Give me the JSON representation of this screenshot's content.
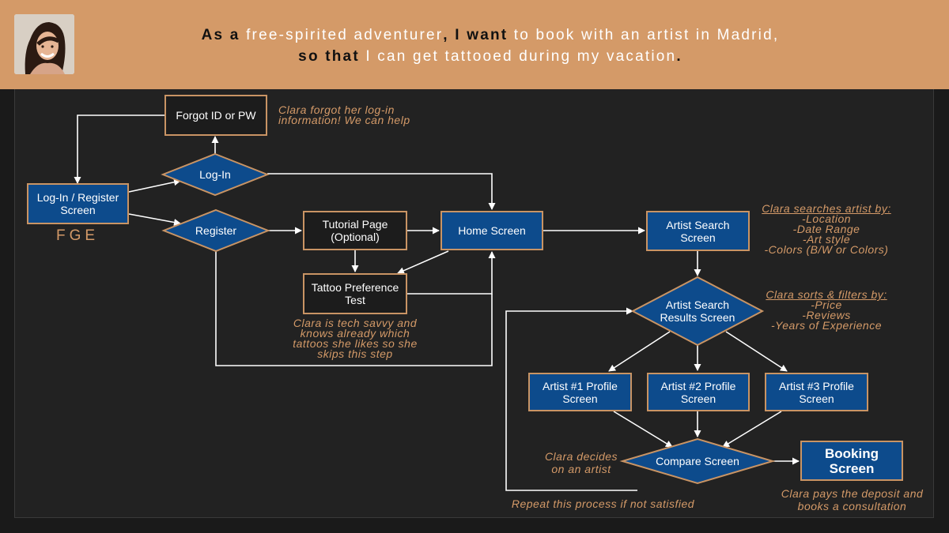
{
  "header": {
    "line1": [
      {
        "text": "As a ",
        "bold": true
      },
      {
        "text": "free-spirited adventurer",
        "bold": false
      },
      {
        "text": ", I want ",
        "bold": true
      },
      {
        "text": "to book with an artist in Madrid,",
        "bold": false
      }
    ],
    "line2": [
      {
        "text": "so that ",
        "bold": true
      },
      {
        "text": "I can get tattooed during my vacation",
        "bold": false
      },
      {
        "text": ".",
        "bold": true
      }
    ]
  },
  "nodes": {
    "login_register": "Log-In / Register Screen",
    "forgot": "Forgot ID or PW",
    "login": "Log-In",
    "register": "Register",
    "tutorial": "Tutorial Page (Optional)",
    "tattoo_pref": "Tattoo Preference Test",
    "home": "Home Screen",
    "artist_search": "Artist Search Screen",
    "search_results": "Artist Search Results Screen",
    "artist1": "Artist #1 Profile Screen",
    "artist2": "Artist #2 Profile Screen",
    "artist3": "Artist #3 Profile Screen",
    "compare": "Compare Screen",
    "booking": "Booking Screen"
  },
  "fge_label": "FGE",
  "notes": {
    "forgot": "Clara forgot her log-in information! We can help",
    "tech": "Clara is tech savvy and knows already which tattoos she likes so she skips this step",
    "search_title": "Clara searches artist by:",
    "search_items": "-Location\n-Date Range\n-Art style\n-Colors (B/W or Colors)",
    "sort_title": "Clara sorts & filters by:",
    "sort_items": "-Price\n-Reviews\n-Years of Experience",
    "decides": "Clara decides on an artist",
    "repeat": "Repeat this process if not satisfied",
    "pays": "Clara pays the deposit and books a consultation"
  },
  "colors": {
    "header_bg": "#d49a68",
    "node_blue": "#0d4b8c",
    "node_border": "#c99464",
    "note_text": "#d49a68",
    "canvas_bg": "#222222",
    "connector": "#ffffff"
  }
}
